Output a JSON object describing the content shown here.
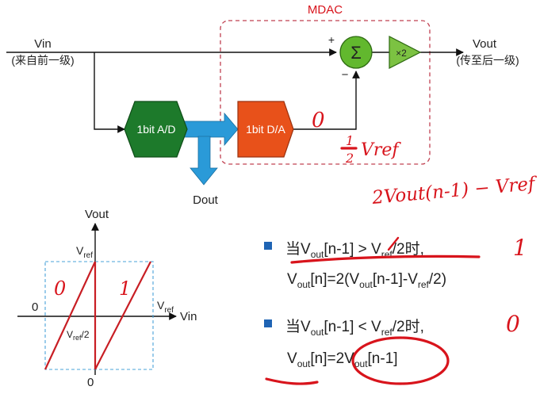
{
  "block_diagram": {
    "vin_label": "Vin",
    "vin_note": "(来自前一级)",
    "mdac_label": "MDAC",
    "sum_symbol": "Σ",
    "plus_sign": "+",
    "minus_sign": "−",
    "gain_label": "×2",
    "vout_label": "Vout",
    "vout_note": "(传至后一级)",
    "adc_label": "1bit A/D",
    "dac_label": "1bit D/A",
    "dout_label": "Dout"
  },
  "transfer_plot": {
    "y_axis_label": "Vout",
    "x_axis_label": "Vin",
    "vref_top": "V",
    "vref_top_sub": "ref",
    "vref_right": "V",
    "vref_right_sub": "ref",
    "half_vref": "V",
    "half_vref_sub": "ref",
    "half_vref_suffix": "/2",
    "origin_left": "0",
    "origin_bottom": "0"
  },
  "rules": [
    {
      "line1": {
        "prefix": "当V",
        "sub1": "out",
        "mid": "[n-1] > V",
        "sub2": "ref",
        "suffix": "/2时,"
      },
      "line2": {
        "prefix": "V",
        "sub1": "out",
        "mid": "[n]=2(V",
        "sub2": "out",
        "mid2": "[n-1]-V",
        "sub3": "ref",
        "suffix": "/2)"
      }
    },
    {
      "line1": {
        "prefix": "当V",
        "sub1": "out",
        "mid": "[n-1] < V",
        "sub2": "ref",
        "suffix": "/2时,"
      },
      "line2": {
        "prefix": "V",
        "sub1": "out",
        "mid": "[n]=2V",
        "sub2": "out",
        "suffix": "[n-1]"
      }
    }
  ],
  "annotations": {
    "dac_zero": "0",
    "half": "1",
    "half_den": "2",
    "vref_hand": "Vref",
    "formula": "2Vout(n-1) − Vref",
    "rule1_bit": "1",
    "rule2_bit": "0",
    "plot_zero": "0",
    "plot_one": "1"
  },
  "colors": {
    "sum_green": "#62b82e",
    "gain_green": "#7cc242",
    "adc_green": "#1d7a2b",
    "dac_orange": "#e8511a",
    "dout_blue": "#2a9ad8",
    "mdac_border": "#c04050",
    "ink_red": "#d8141c",
    "bullet_blue": "#1f64b4"
  }
}
